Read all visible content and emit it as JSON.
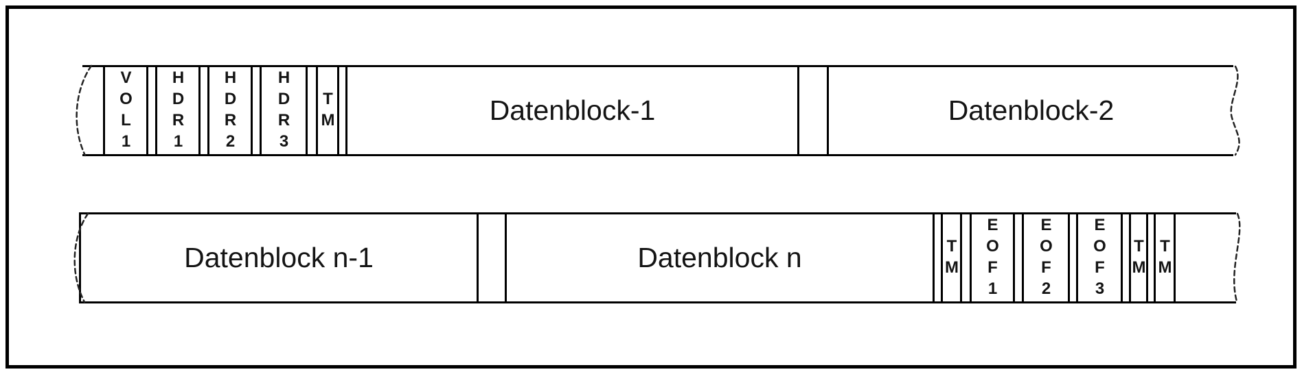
{
  "colors": {
    "line": "#000000",
    "background": "#ffffff",
    "text": "#141414"
  },
  "diagram": {
    "bands": [
      {
        "name": "tape-start",
        "cells": [
          {
            "label": "VOL1"
          },
          {
            "label": "HDR1"
          },
          {
            "label": "HDR2"
          },
          {
            "label": "HDR3"
          },
          {
            "label": "TM"
          },
          {
            "label": "Datenblock-1"
          },
          {
            "label": "Datenblock-2"
          }
        ]
      },
      {
        "name": "tape-end",
        "cells": [
          {
            "label": "Datenblock n-1"
          },
          {
            "label": "Datenblock n"
          },
          {
            "label": "TM"
          },
          {
            "label": "EOF1"
          },
          {
            "label": "EOF2"
          },
          {
            "label": "EOF3"
          },
          {
            "label": "TM"
          },
          {
            "label": "TM"
          }
        ]
      }
    ]
  }
}
